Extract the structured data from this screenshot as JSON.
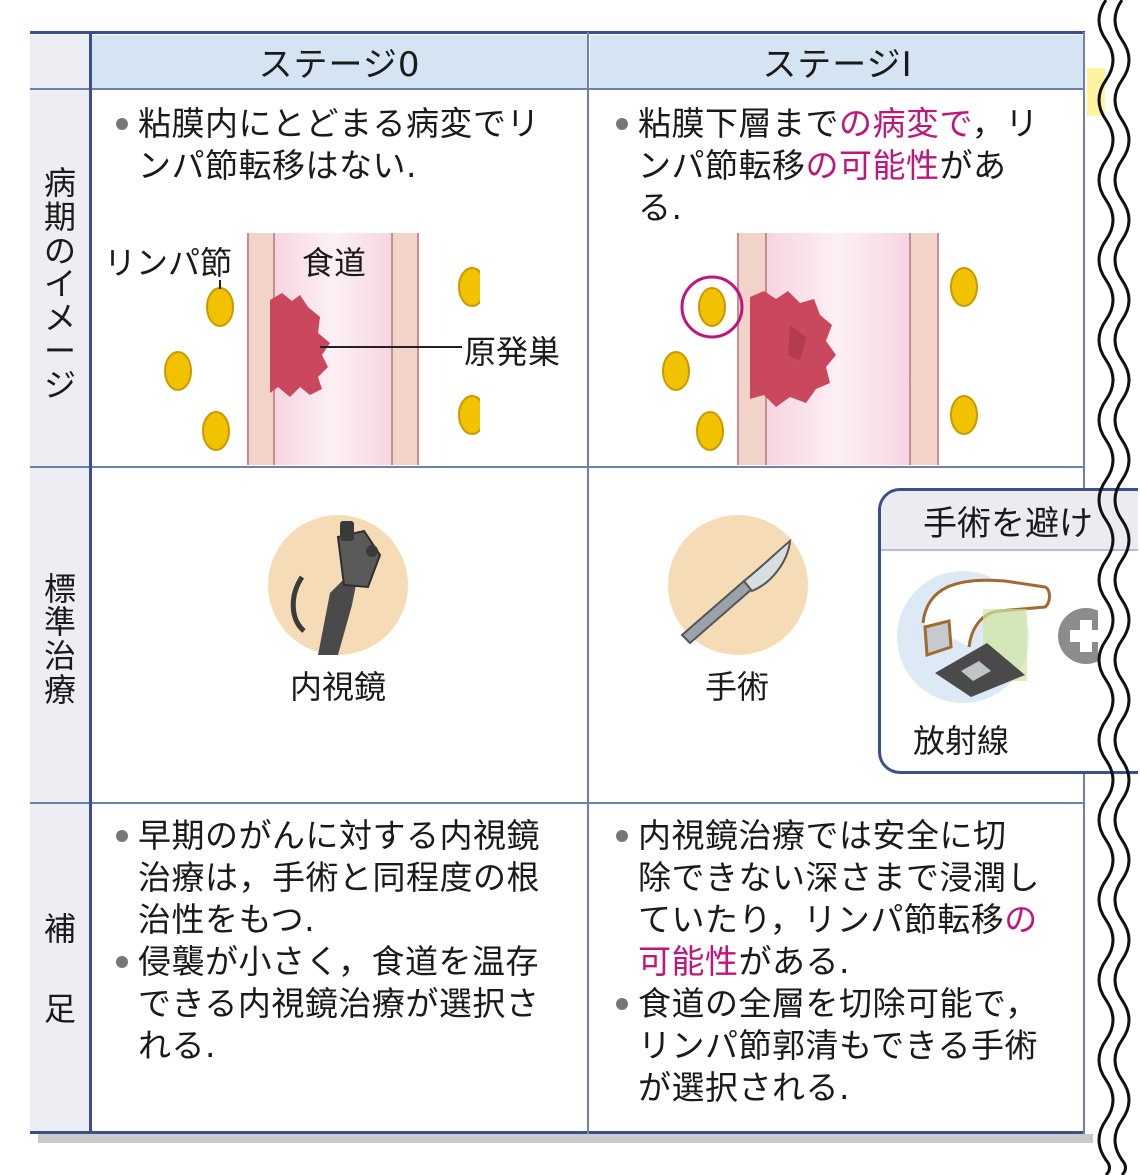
{
  "header": {
    "stage0": "ステージ0",
    "stage1": "ステージⅠ"
  },
  "rows": {
    "image_label": [
      "病",
      "期",
      "の",
      "イ",
      "メ",
      "ー",
      "ジ"
    ],
    "treatment_label": [
      "標",
      "準",
      "治",
      "療"
    ],
    "notes_label": [
      "補",
      "足"
    ]
  },
  "stage0": {
    "image_bullet": [
      "粘膜内にとどまる病変でリ",
      "ンパ節転移はない."
    ],
    "lymph_label": "リンパ節",
    "esophagus_label": "食道",
    "primary_label": "原発巣",
    "treatment": "内視鏡",
    "notes": [
      [
        "早期のがんに対する内視鏡",
        "治療は，手術と同程度の根",
        "治性をもつ."
      ],
      [
        "侵襲が小さく，食道を温存",
        "できる内視鏡治療が選択さ",
        "れる."
      ]
    ]
  },
  "stage1": {
    "image_bullet": {
      "l1a": "粘膜下層まで",
      "l1b": "の病変で",
      "l1c": "，リ",
      "l2a": "ンパ節転移",
      "l2b": "の可能性",
      "l2c": "があ",
      "l3": "る."
    },
    "treatment": "手術",
    "alt_box_title": "手術を避け",
    "alt_treatment": "放射線",
    "notes1": {
      "l1": "内視鏡治療では安全に切",
      "l2": "除できない深さまで浸潤し",
      "l3a": "ていたり，リンパ節転移",
      "l3b": "の",
      "l4a": "可能性",
      "l4b": "がある."
    },
    "notes2": [
      "食道の全層を切除可能で，",
      "リンパ節郭清もできる手術",
      "が選択される."
    ]
  },
  "colors": {
    "border": "#3a4f8c",
    "header_bg": "#d4e4f3",
    "label_bg": "#eceef4",
    "accent": "#c0157a",
    "lymph": "#f2c200",
    "tumor": "#c9485d"
  }
}
